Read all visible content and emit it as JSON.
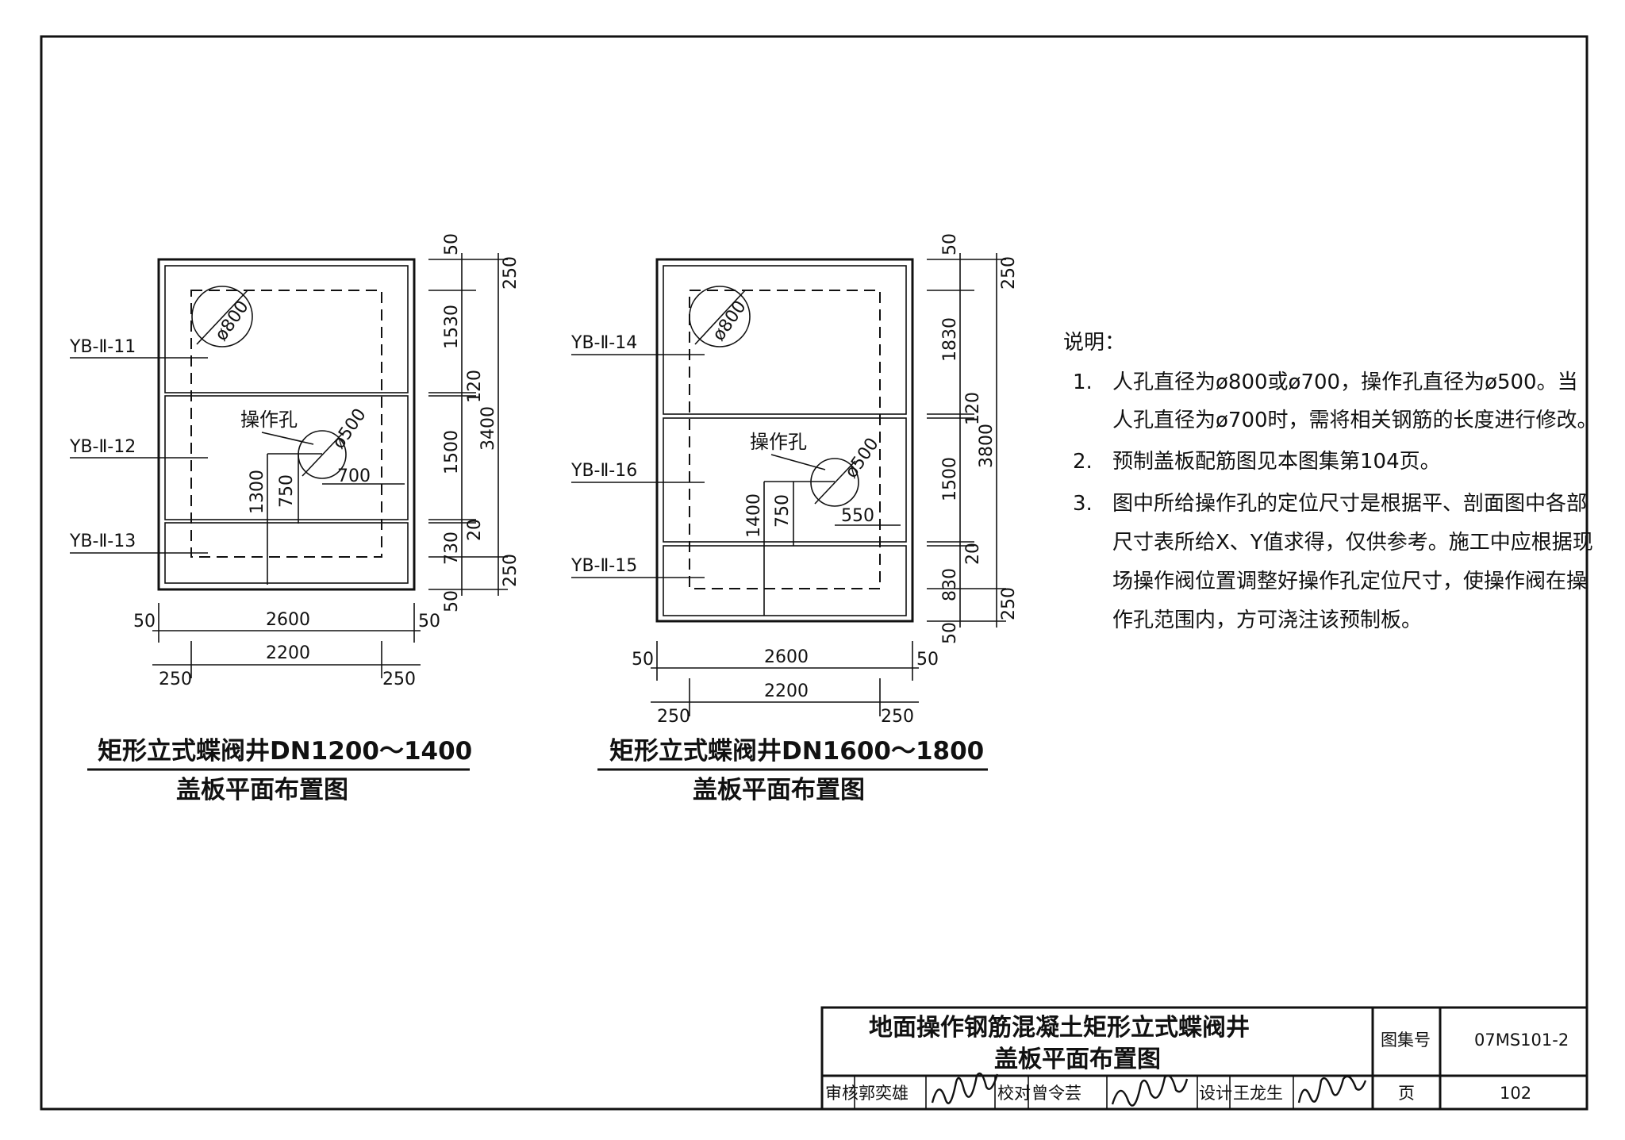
{
  "drawing1": {
    "labels": [
      "YB-Ⅱ-11",
      "YB-Ⅱ-12",
      "YB-Ⅱ-13"
    ],
    "manhole": "ø800",
    "op_hole": "操作孔",
    "op_dia": "ø500",
    "dims": {
      "top50": "50",
      "top250": "250",
      "d1530": "1530",
      "d120": "120",
      "d3400": "3400",
      "d1500": "1500",
      "d20": "20",
      "d730": "730",
      "bot250": "250",
      "bot50": "50",
      "d1300": "1300",
      "d750": "750",
      "d700": "700",
      "w50l": "50",
      "w2600": "2600",
      "w50r": "50",
      "w250l": "250",
      "w2200": "2200",
      "w250r": "250"
    },
    "caption1": "矩形立式蝶阀井DN1200～1400",
    "caption2": "盖板平面布置图"
  },
  "drawing2": {
    "labels": [
      "YB-Ⅱ-14",
      "YB-Ⅱ-16",
      "YB-Ⅱ-15"
    ],
    "manhole": "ø800",
    "op_hole": "操作孔",
    "op_dia": "ø500",
    "dims": {
      "top50": "50",
      "top250": "250",
      "d1830": "1830",
      "d120": "120",
      "d3800": "3800",
      "d1500": "1500",
      "d20": "20",
      "d830": "830",
      "bot250": "250",
      "bot50": "50",
      "d1400": "1400",
      "d750": "750",
      "d550": "550",
      "w50l": "50",
      "w2600": "2600",
      "w50r": "50",
      "w250l": "250",
      "w2200": "2200",
      "w250r": "250"
    },
    "caption1": "矩形立式蝶阀井DN1600～1800",
    "caption2": "盖板平面布置图"
  },
  "notes": {
    "heading": "说明：",
    "items": [
      {
        "num": "1.",
        "lines": [
          "人孔直径为ø800或ø700，操作孔直径为ø500。当",
          "人孔直径为ø700时，需将相关钢筋的长度进行修改。"
        ]
      },
      {
        "num": "2.",
        "lines": [
          "预制盖板配筋图见本图集第104页。"
        ]
      },
      {
        "num": "3.",
        "lines": [
          "图中所给操作孔的定位尺寸是根据平、剖面图中各部",
          "尺寸表所给X、Y值求得，仅供参考。施工中应根据现",
          "场操作阀位置调整好操作孔定位尺寸，使操作阀在操",
          "作孔范围内，方可浇注该预制板。"
        ]
      }
    ]
  },
  "title_block": {
    "title_line1": "地面操作钢筋混凝土矩形立式蝶阀井",
    "title_line2": "盖板平面布置图",
    "atlas_label": "图集号",
    "atlas_value": "07MS101-2",
    "review_label": "审核",
    "review_name": "郭奕雄",
    "check_label": "校对",
    "check_name": "曾令芸",
    "design_label": "设计",
    "design_name": "王龙生",
    "page_label": "页",
    "page_value": "102"
  }
}
